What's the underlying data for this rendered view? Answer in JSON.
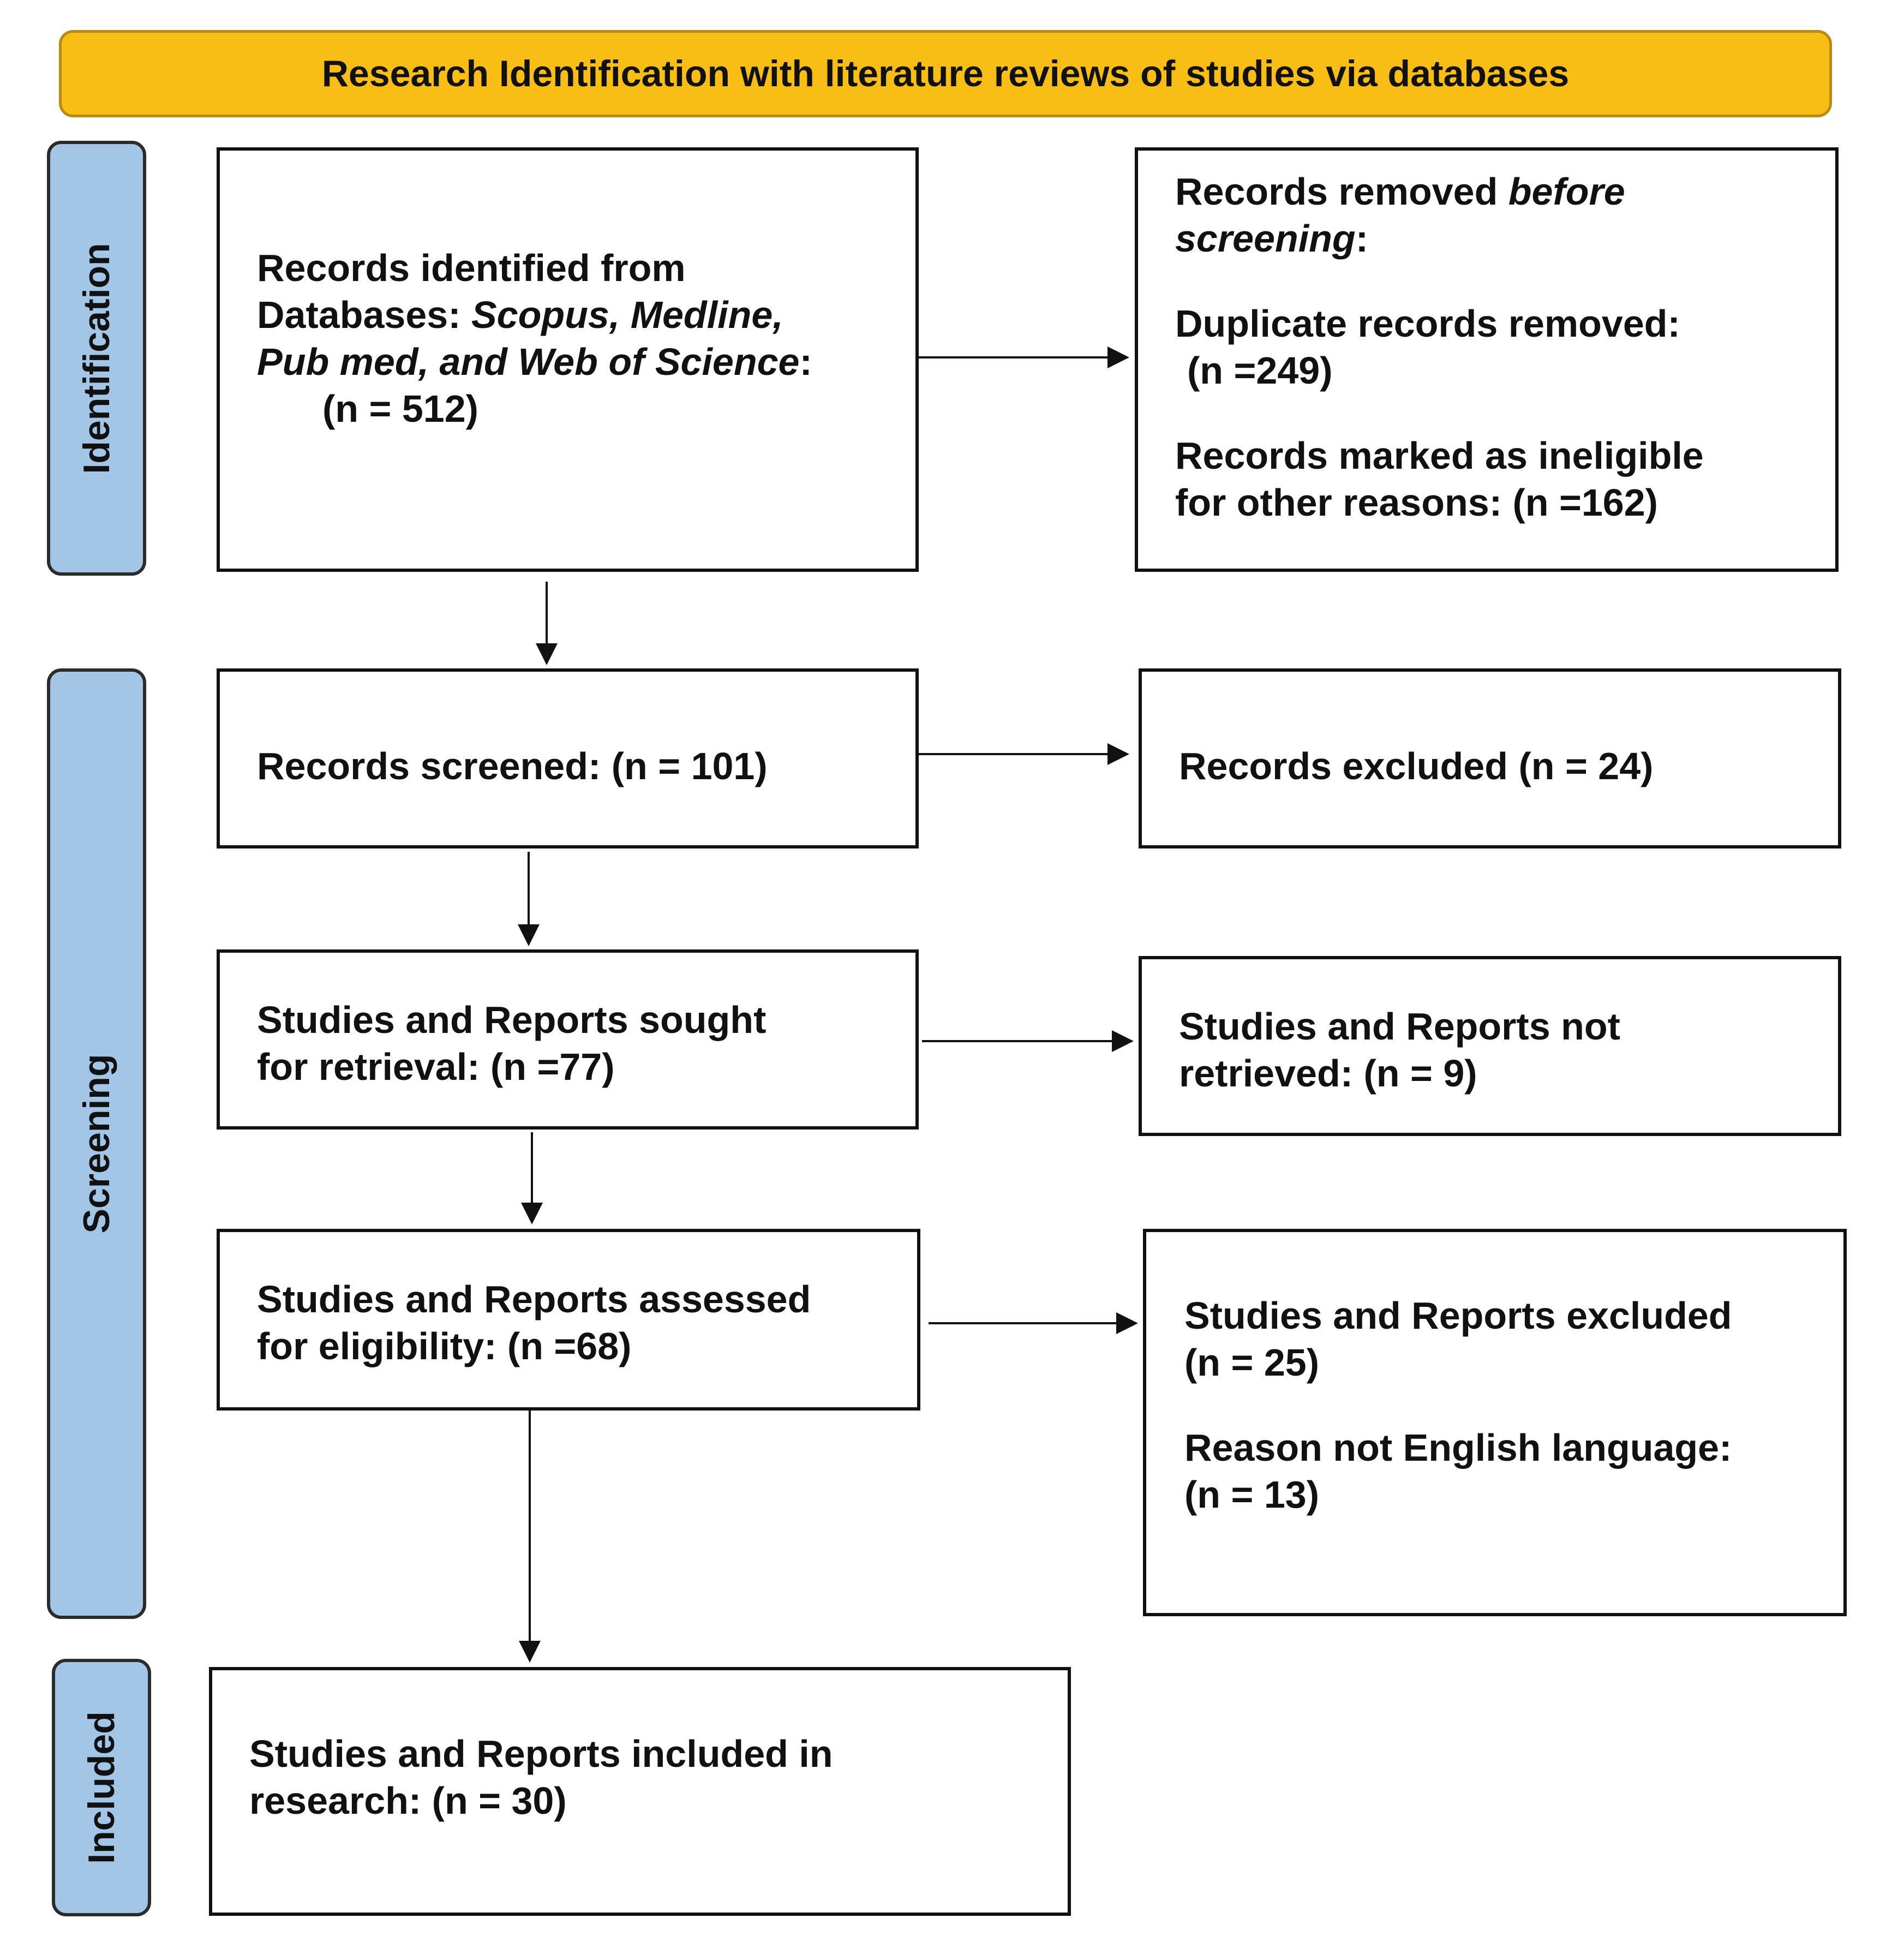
{
  "header": {
    "title": "Research Identification with literature reviews of studies via databases"
  },
  "phases": {
    "identification": "Identification",
    "screening": "Screening",
    "included": "Included"
  },
  "boxes": {
    "identified": {
      "line1": "Records identified from",
      "line2_prefix": "Databases: ",
      "line2_italic": "Scopus, Medline,",
      "line3_italic": "Pub med, and Web of Science",
      "line3_suffix": ":",
      "count": "(n = 512)"
    },
    "removed": {
      "line1_prefix": "Records removed ",
      "line1_italic": "before",
      "line2_italic": "screening",
      "line2_suffix": ":",
      "duplicates_label": "Duplicate records removed:",
      "duplicates_count": "(n =249)",
      "ineligible_line1": "Records marked as ineligible",
      "ineligible_line2": "for other reasons: (n =162)"
    },
    "screened": {
      "text": "Records screened: (n = 101)"
    },
    "excluded": {
      "text": "Records excluded (n = 24)"
    },
    "sought": {
      "line1": "Studies and Reports sought",
      "line2": "for retrieval: (n =77)"
    },
    "not_retrieved": {
      "line1": "Studies and Reports not",
      "line2": "retrieved: (n = 9)"
    },
    "assessed": {
      "line1": "Studies and Reports assessed",
      "line2": "for eligibility: (n =68)"
    },
    "reports_excluded": {
      "line1": "Studies and Reports excluded",
      "line2": "(n = 25)",
      "reason_line1": "Reason not English language:",
      "reason_line2": "(n = 13)"
    },
    "included": {
      "line1": "Studies and Reports included in",
      "line2": "research: (n = 30)"
    }
  }
}
